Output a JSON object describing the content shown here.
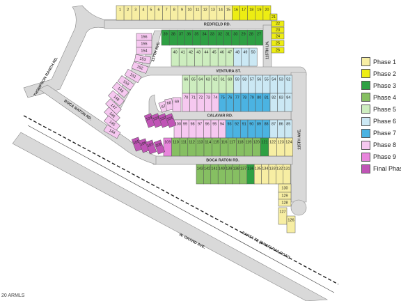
{
  "colors": {
    "phase1": "#f7eea3",
    "phase2": "#eded13",
    "phase3": "#2ea043",
    "phase4": "#86bf62",
    "phase5": "#cdedbf",
    "phase6": "#cbe8f4",
    "phase7": "#4bb3e2",
    "phase8": "#f6c8f0",
    "phase9": "#e885dc",
    "final": "#c054b6",
    "road": "#d9d9d9"
  },
  "legend": [
    {
      "label": "Phase 1",
      "color": "#f7eea3"
    },
    {
      "label": "Phase 2",
      "color": "#eded13"
    },
    {
      "label": "Phase 3",
      "color": "#2ea043"
    },
    {
      "label": "Phase 4",
      "color": "#86bf62"
    },
    {
      "label": "Phase 5",
      "color": "#cdedbf"
    },
    {
      "label": "Phase 6",
      "color": "#cbe8f4"
    },
    {
      "label": "Phase 7",
      "color": "#4bb3e2"
    },
    {
      "label": "Phase 8",
      "color": "#f6c8f0"
    },
    {
      "label": "Phase 9",
      "color": "#e885dc"
    },
    {
      "label": "Final Phas",
      "color": "#c054b6"
    }
  ],
  "streets": {
    "redfield": "REDFIELD RD.",
    "ventura": "VENTURA ST.",
    "calavar": "CALAVAR RD.",
    "boca_raton_south": "BOCA RATON RD.",
    "boca_raton_west": "BOCA RATON RD.",
    "thompson_ranch": "THOMPSON RANCH RD.",
    "ave_117": "117TH AVE.",
    "ln_115": "115TH LN.",
    "ave_115": "115TH AVE.",
    "grand_ave": "W. GRAND AVE.",
    "railroad": "SANTA FE (BNSF) RAILROAD"
  },
  "copyright": "20 ARMLS",
  "lot_groups": {
    "top_row": [
      {
        "n": "1",
        "phase": "phase1"
      },
      {
        "n": "2",
        "phase": "phase1"
      },
      {
        "n": "3",
        "phase": "phase1"
      },
      {
        "n": "4",
        "phase": "phase1"
      },
      {
        "n": "5",
        "phase": "phase1"
      },
      {
        "n": "6",
        "phase": "phase1"
      },
      {
        "n": "7",
        "phase": "phase1"
      },
      {
        "n": "8",
        "phase": "phase1"
      },
      {
        "n": "9",
        "phase": "phase1"
      },
      {
        "n": "10",
        "phase": "phase1"
      },
      {
        "n": "11",
        "phase": "phase1"
      },
      {
        "n": "12",
        "phase": "phase1"
      },
      {
        "n": "13",
        "phase": "phase1"
      },
      {
        "n": "14",
        "phase": "phase1"
      },
      {
        "n": "15",
        "phase": "phase1"
      },
      {
        "n": "16",
        "phase": "phase2"
      },
      {
        "n": "17",
        "phase": "phase2"
      },
      {
        "n": "18",
        "phase": "phase2"
      },
      {
        "n": "19",
        "phase": "phase2"
      },
      {
        "n": "20",
        "phase": "phase2"
      }
    ],
    "corner_ne": [
      {
        "n": "21",
        "phase": "phase2"
      },
      {
        "n": "22",
        "phase": "phase2"
      },
      {
        "n": "23",
        "phase": "phase2"
      },
      {
        "n": "24",
        "phase": "phase2"
      },
      {
        "n": "25",
        "phase": "phase2"
      },
      {
        "n": "26",
        "phase": "phase2"
      }
    ],
    "block_north_top": [
      {
        "n": "39",
        "phase": "phase3"
      },
      {
        "n": "38",
        "phase": "phase3"
      },
      {
        "n": "37",
        "phase": "phase3"
      },
      {
        "n": "36",
        "phase": "phase3"
      },
      {
        "n": "35",
        "phase": "phase3"
      },
      {
        "n": "34",
        "phase": "phase3"
      },
      {
        "n": "33",
        "phase": "phase3"
      },
      {
        "n": "32",
        "phase": "phase3"
      },
      {
        "n": "31",
        "phase": "phase3"
      },
      {
        "n": "30",
        "phase": "phase3"
      },
      {
        "n": "29",
        "phase": "phase3"
      },
      {
        "n": "28",
        "phase": "phase3"
      },
      {
        "n": "27",
        "phase": "phase3"
      }
    ],
    "block_north_bottom": [
      {
        "n": "40",
        "phase": "phase5"
      },
      {
        "n": "41",
        "phase": "phase5"
      },
      {
        "n": "42",
        "phase": "phase5"
      },
      {
        "n": "43",
        "phase": "phase5"
      },
      {
        "n": "44",
        "phase": "phase5"
      },
      {
        "n": "45",
        "phase": "phase5"
      },
      {
        "n": "46",
        "phase": "phase5"
      },
      {
        "n": "47",
        "phase": "phase5"
      },
      {
        "n": "48",
        "phase": "phase6"
      },
      {
        "n": "49",
        "phase": "phase6"
      },
      {
        "n": "50",
        "phase": "phase6"
      }
    ],
    "block_mid_top": [
      {
        "n": "66",
        "phase": "phase5"
      },
      {
        "n": "65",
        "phase": "phase5"
      },
      {
        "n": "64",
        "phase": "phase5"
      },
      {
        "n": "63",
        "phase": "phase5"
      },
      {
        "n": "62",
        "phase": "phase5"
      },
      {
        "n": "61",
        "phase": "phase5"
      },
      {
        "n": "60",
        "phase": "phase5"
      },
      {
        "n": "59",
        "phase": "phase6"
      },
      {
        "n": "58",
        "phase": "phase6"
      },
      {
        "n": "57",
        "phase": "phase6"
      },
      {
        "n": "56",
        "phase": "phase6"
      },
      {
        "n": "55",
        "phase": "phase6"
      },
      {
        "n": "54",
        "phase": "phase6"
      },
      {
        "n": "53",
        "phase": "phase6"
      },
      {
        "n": "52",
        "phase": "phase6"
      }
    ],
    "block_mid_bottom": [
      {
        "n": "70",
        "phase": "phase8"
      },
      {
        "n": "71",
        "phase": "phase8"
      },
      {
        "n": "72",
        "phase": "phase8"
      },
      {
        "n": "73",
        "phase": "phase8"
      },
      {
        "n": "74",
        "phase": "phase8"
      },
      {
        "n": "75",
        "phase": "phase7"
      },
      {
        "n": "76",
        "phase": "phase7"
      },
      {
        "n": "77",
        "phase": "phase7"
      },
      {
        "n": "78",
        "phase": "phase7"
      },
      {
        "n": "79",
        "phase": "phase7"
      },
      {
        "n": "80",
        "phase": "phase7"
      },
      {
        "n": "81",
        "phase": "phase7"
      },
      {
        "n": "82",
        "phase": "phase6"
      },
      {
        "n": "83",
        "phase": "phase6"
      },
      {
        "n": "84",
        "phase": "phase6"
      }
    ],
    "block_mid_left": [
      {
        "n": "67",
        "phase": "phase8"
      },
      {
        "n": "68",
        "phase": "phase8"
      },
      {
        "n": "69",
        "phase": "phase8"
      }
    ],
    "block_south_top": [
      {
        "n": "100",
        "phase": "phase8"
      },
      {
        "n": "99",
        "phase": "phase8"
      },
      {
        "n": "98",
        "phase": "phase8"
      },
      {
        "n": "97",
        "phase": "phase8"
      },
      {
        "n": "96",
        "phase": "phase8"
      },
      {
        "n": "95",
        "phase": "phase8"
      },
      {
        "n": "94",
        "phase": "phase8"
      },
      {
        "n": "93",
        "phase": "phase7"
      },
      {
        "n": "92",
        "phase": "phase7"
      },
      {
        "n": "91",
        "phase": "phase7"
      },
      {
        "n": "90",
        "phase": "phase7"
      },
      {
        "n": "89",
        "phase": "phase7"
      },
      {
        "n": "88",
        "phase": "phase7"
      },
      {
        "n": "87",
        "phase": "phase6"
      },
      {
        "n": "86",
        "phase": "phase6"
      },
      {
        "n": "85",
        "phase": "phase6"
      }
    ],
    "block_south_bottom": [
      {
        "n": "109",
        "phase": "phase9"
      },
      {
        "n": "110",
        "phase": "phase4"
      },
      {
        "n": "111",
        "phase": "phase4"
      },
      {
        "n": "112",
        "phase": "phase4"
      },
      {
        "n": "113",
        "phase": "phase4"
      },
      {
        "n": "114",
        "phase": "phase4"
      },
      {
        "n": "115",
        "phase": "phase4"
      },
      {
        "n": "116",
        "phase": "phase4"
      },
      {
        "n": "117",
        "phase": "phase4"
      },
      {
        "n": "118",
        "phase": "phase4"
      },
      {
        "n": "119",
        "phase": "phase4"
      },
      {
        "n": "120",
        "phase": "phase4"
      },
      {
        "n": "121",
        "phase": "phase3"
      },
      {
        "n": "122",
        "phase": "phase1"
      },
      {
        "n": "123",
        "phase": "phase1"
      },
      {
        "n": "124",
        "phase": "phase1"
      }
    ],
    "final_block": [
      {
        "n": "104",
        "phase": "final"
      },
      {
        "n": "103",
        "phase": "final"
      },
      {
        "n": "102",
        "phase": "final"
      },
      {
        "n": "101",
        "phase": "final"
      },
      {
        "n": "105",
        "phase": "final"
      },
      {
        "n": "106",
        "phase": "final"
      },
      {
        "n": "107",
        "phase": "final"
      },
      {
        "n": "108",
        "phase": "final"
      }
    ],
    "bottom_row": [
      {
        "n": "143",
        "phase": "phase4"
      },
      {
        "n": "142",
        "phase": "phase4"
      },
      {
        "n": "141",
        "phase": "phase4"
      },
      {
        "n": "140",
        "phase": "phase4"
      },
      {
        "n": "139",
        "phase": "phase4"
      },
      {
        "n": "138",
        "phase": "phase4"
      },
      {
        "n": "137",
        "phase": "phase4"
      },
      {
        "n": "136",
        "phase": "phase3"
      },
      {
        "n": "135",
        "phase": "phase1"
      },
      {
        "n": "134",
        "phase": "phase1"
      },
      {
        "n": "133",
        "phase": "phase1"
      },
      {
        "n": "132",
        "phase": "phase1"
      },
      {
        "n": "131",
        "phase": "phase1"
      }
    ],
    "east_column": [
      {
        "n": "130",
        "phase": "phase1"
      },
      {
        "n": "129",
        "phase": "phase1"
      },
      {
        "n": "128",
        "phase": "phase1"
      }
    ],
    "far_south": [
      {
        "n": "127",
        "phase": "phase1"
      },
      {
        "n": "126",
        "phase": "phase1"
      }
    ],
    "west_lots": [
      {
        "n": "156",
        "phase": "phase8"
      },
      {
        "n": "155",
        "phase": "phase8"
      },
      {
        "n": "154",
        "phase": "phase8"
      },
      {
        "n": "153",
        "phase": "phase8"
      },
      {
        "n": "152",
        "phase": "phase8"
      },
      {
        "n": "151",
        "phase": "phase8"
      },
      {
        "n": "150",
        "phase": "phase8"
      },
      {
        "n": "149",
        "phase": "phase8"
      },
      {
        "n": "148",
        "phase": "phase8"
      },
      {
        "n": "147",
        "phase": "phase8"
      },
      {
        "n": "146",
        "phase": "phase8"
      },
      {
        "n": "145",
        "phase": "phase8"
      },
      {
        "n": "144",
        "phase": "phase8"
      }
    ]
  }
}
